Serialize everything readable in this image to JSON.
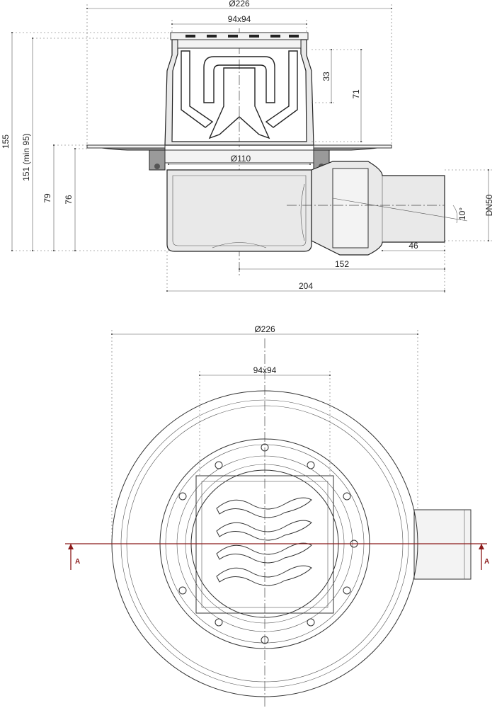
{
  "side_view": {
    "dim_flange_diameter": "Ø226",
    "dim_grate_size": "94x94",
    "dim_seal_height": "33",
    "dim_trap_depth": "71",
    "dim_body_diameter": "Ø110",
    "dim_total_height": "155",
    "dim_height_adjustable": "151 (min 95)",
    "dim_outlet_height_a": "79",
    "dim_outlet_height_b": "76",
    "dim_outlet_size": "DN50",
    "dim_outlet_angle": "10°",
    "dim_outlet_length": "46",
    "dim_center_to_outlet": "152",
    "dim_total_length": "204"
  },
  "top_view": {
    "dim_flange_diameter": "Ø226",
    "dim_grate_size": "94x94",
    "section_mark_left": "A",
    "section_mark_right": "A"
  }
}
